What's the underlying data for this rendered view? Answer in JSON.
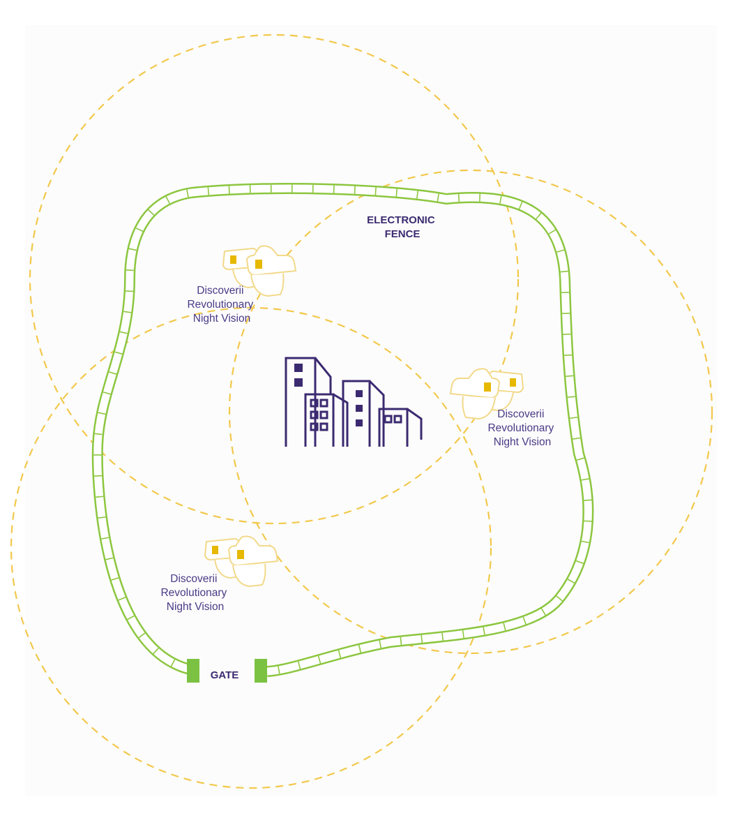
{
  "labels": {
    "fence_line1": "ELECTRONIC",
    "fence_line2": "FENCE",
    "gate": "GATE"
  },
  "cameras": [
    {
      "line1": "Discoverii",
      "line2": "Revolutionary",
      "line3": "Night Vision"
    },
    {
      "line1": "Discoverii",
      "line2": "Revolutionary",
      "line3": "Night Vision"
    },
    {
      "line1": "Discoverii",
      "line2": "Revolutionary",
      "line3": "Night Vision"
    }
  ],
  "colors": {
    "coverage": "#f2c84b",
    "fence": "#8cc63f",
    "fence_fill": "#ffffff",
    "gate": "#7cc242",
    "building": "#3b2a70",
    "camera_outline": "#f2d98a",
    "camera_lens": "#e6b800",
    "text": "#3b2a70"
  },
  "icons": {
    "camera": "cctv-camera-icon",
    "building": "office-buildings-icon"
  }
}
